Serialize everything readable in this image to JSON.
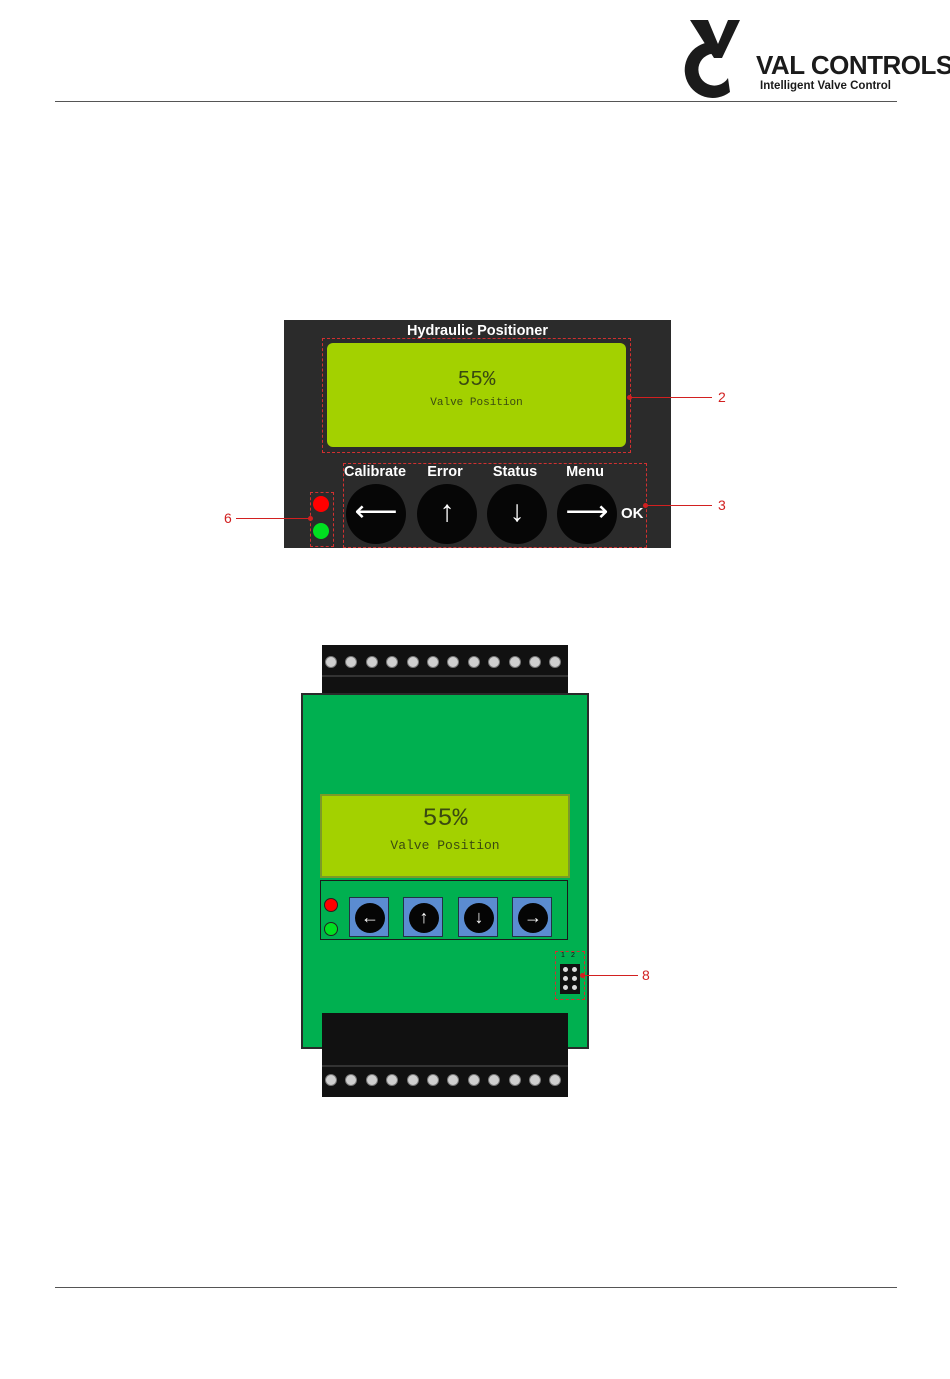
{
  "header": {
    "logo_name": "VAL CONTROLS",
    "logo_tagline": "Intelligent Valve Control"
  },
  "panel": {
    "title": "Hydraulic Positioner",
    "lcd_value": "55%",
    "lcd_label": "Valve Position",
    "buttons": [
      {
        "label": "Calibrate",
        "icon": "arrow-left-icon",
        "glyph": "⟵"
      },
      {
        "label": "Error",
        "icon": "arrow-up-icon",
        "glyph": "↑"
      },
      {
        "label": "Status",
        "icon": "arrow-down-icon",
        "glyph": "↓"
      },
      {
        "label": "Menu",
        "icon": "arrow-right-icon",
        "glyph": "⟶"
      }
    ],
    "ok_label": "OK",
    "led_colors": {
      "top": "#ff0000",
      "bottom": "#00e020"
    }
  },
  "device": {
    "lcd_value": "55%",
    "lcd_label": "Valve Position",
    "buttons": [
      {
        "icon": "arrow-left-icon",
        "glyph": "←"
      },
      {
        "icon": "arrow-up-icon",
        "glyph": "↑"
      },
      {
        "icon": "arrow-down-icon",
        "glyph": "↓"
      },
      {
        "icon": "arrow-right-icon",
        "glyph": "→"
      }
    ],
    "jumper_labels": [
      "1",
      "2"
    ]
  },
  "callouts": {
    "lcd": "2",
    "buttons": "3",
    "leds": "6",
    "jumper": "8"
  },
  "colors": {
    "accent_red": "#d22020",
    "lcd_green": "#a3d100",
    "board_green": "#00b050"
  }
}
